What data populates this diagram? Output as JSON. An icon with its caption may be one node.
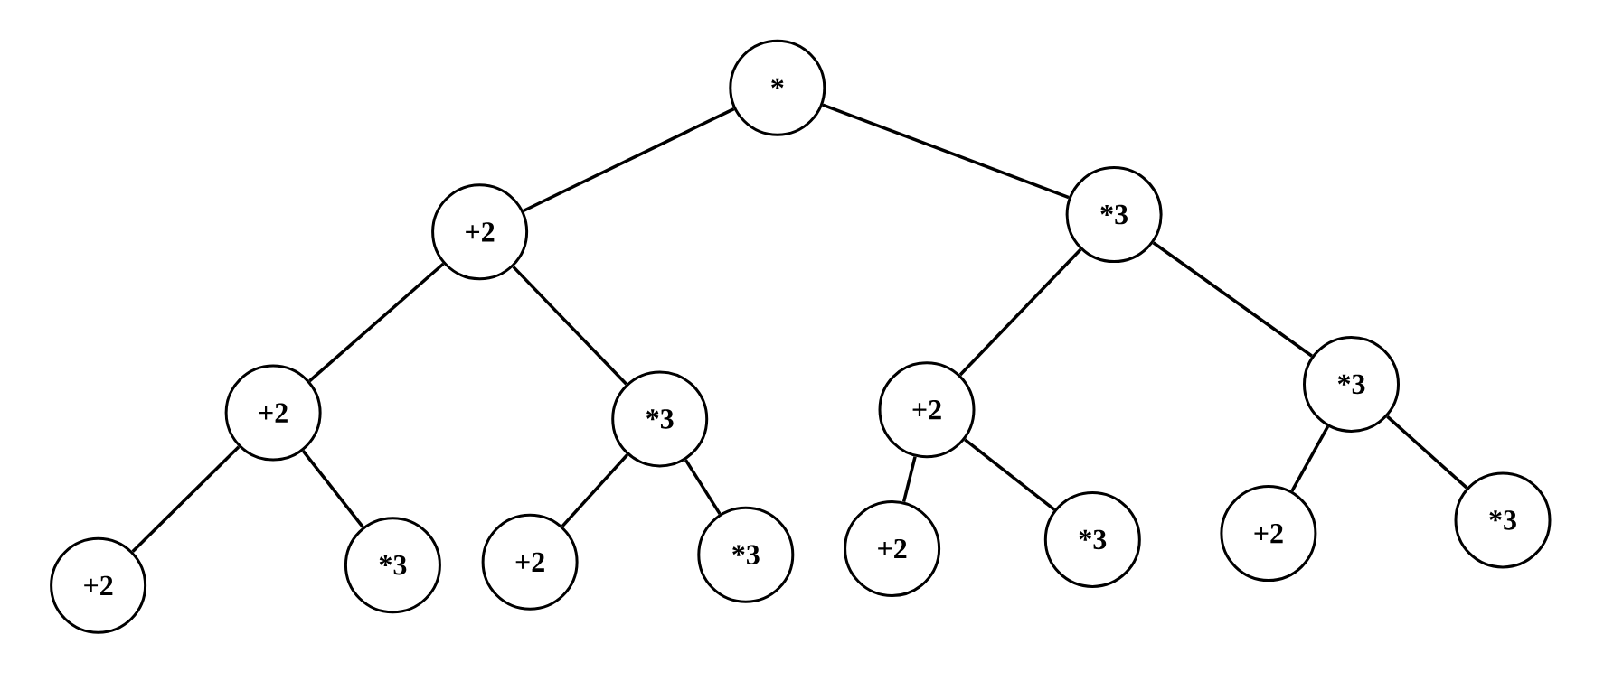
{
  "diagram": {
    "nodes": [
      {
        "text": [
          "*"
        ]
      },
      {
        "text": [
          "+2"
        ]
      },
      {
        "text": [
          "*3"
        ]
      },
      {
        "text": [
          "+2"
        ]
      },
      {
        "text": [
          "*3"
        ]
      },
      {
        "text": [
          "+2"
        ]
      },
      {
        "text": [
          "*3"
        ]
      },
      {
        "text": [
          "+2"
        ]
      },
      {
        "text": [
          "*3"
        ]
      },
      {
        "text": [
          "+2"
        ]
      },
      {
        "text": [
          "*3"
        ]
      },
      {
        "text": [
          "+2"
        ]
      },
      {
        "text": [
          "*3"
        ]
      },
      {
        "text": [
          "+2"
        ]
      },
      {
        "text": [
          "*3"
        ]
      }
    ],
    "edges": [
      {
        "from": 0,
        "to": 1,
        "arrow": "none"
      },
      {
        "from": 0,
        "to": 2,
        "arrow": "none"
      },
      {
        "from": 1,
        "to": 3,
        "arrow": "none"
      },
      {
        "from": 1,
        "to": 4,
        "arrow": "none"
      },
      {
        "from": 2,
        "to": 5,
        "arrow": "none"
      },
      {
        "from": 2,
        "to": 6,
        "arrow": "none"
      },
      {
        "from": 3,
        "to": 7,
        "arrow": "none"
      },
      {
        "from": 3,
        "to": 8,
        "arrow": "none"
      },
      {
        "from": 4,
        "to": 9,
        "arrow": "none"
      },
      {
        "from": 4,
        "to": 10,
        "arrow": "none"
      },
      {
        "from": 5,
        "to": 11,
        "arrow": "none"
      },
      {
        "from": 5,
        "to": 12,
        "arrow": "none"
      },
      {
        "from": 6,
        "to": 13,
        "arrow": "none"
      },
      {
        "from": 6,
        "to": 14,
        "arrow": "none"
      }
    ]
  }
}
